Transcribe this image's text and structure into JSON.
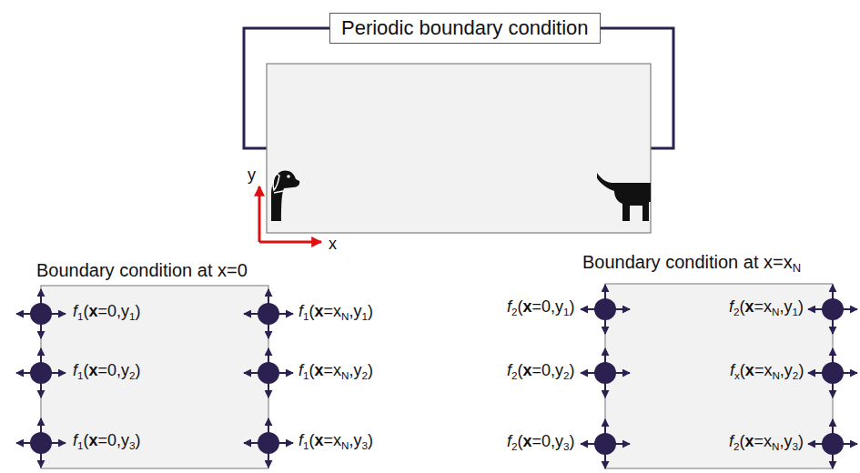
{
  "diagram": {
    "nodes": [
      {
        "text": [
          "Periodic boundary condition"
        ]
      },
      {
        "text": [
          "Boundary condition at x=0"
        ]
      },
      {
        "text": [
          "Boundary condition at x=xN"
        ]
      }
    ],
    "labels": [
      "y",
      "x",
      "f1(x=0,y1)",
      "f1(x=xN,y1)",
      "f1(x=0,y2)",
      "f1(x=xN,y2)",
      "f1(x=0,y3)",
      "f1(x=xN,y3)",
      "f2(x=0,y1)",
      "f2(x=xN,y1)",
      "f2(x=0,y2)",
      "fx(x=xN,y2)",
      "f2(x=0,y3)",
      "f2(x=xN,y3)"
    ]
  }
}
